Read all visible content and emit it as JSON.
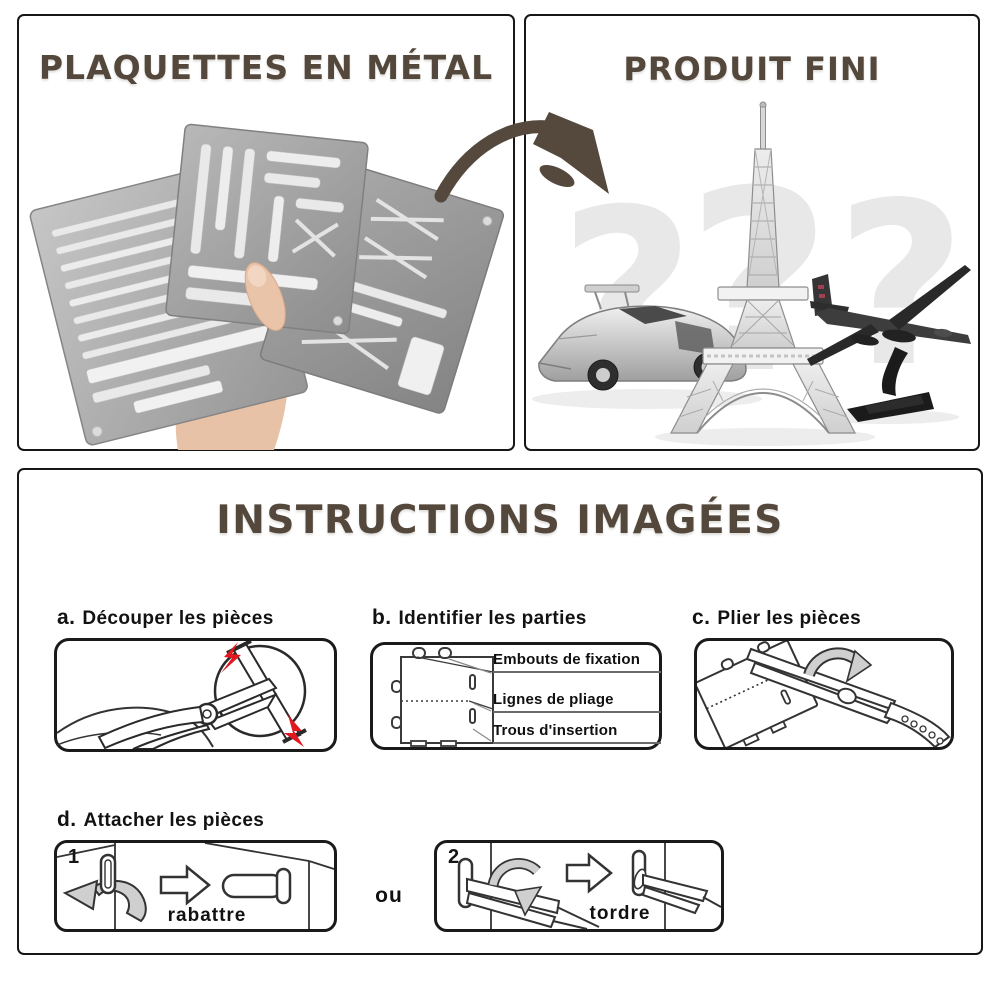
{
  "colors": {
    "heading_brown": "#54483C",
    "border_black": "#161616",
    "arrow_brown": "#55493D",
    "spark_red": "#E0181F",
    "question_mark_gray": "#E8E8E8",
    "illustration_arrow_gray": "#CFCFCF"
  },
  "panels": {
    "metal_plates": {
      "title": "PLAQUETTES EN MÉTAL",
      "photo": "hand-holding-three-etched-metal-sheets"
    },
    "finished_product": {
      "title": "PRODUIT FINI",
      "photo": "finished-models-car-eiffel-tower-plane",
      "background_motifs": [
        "?",
        "?",
        "?"
      ]
    },
    "instructions": {
      "title": "INSTRUCTIONS IMAGÉES",
      "steps": [
        {
          "letter": "a.",
          "label": "Découper les pièces"
        },
        {
          "letter": "b.",
          "label": "Identifier les parties",
          "annotations": [
            "Embouts de fixation",
            "Lignes de pliage",
            "Trous d'insertion"
          ]
        },
        {
          "letter": "c.",
          "label": "Plier les pièces"
        },
        {
          "letter": "d.",
          "label": "Attacher les pièces",
          "separator": "ou",
          "options": [
            {
              "number": "1",
              "caption": "rabattre"
            },
            {
              "number": "2",
              "caption": "tordre"
            }
          ]
        }
      ]
    }
  }
}
